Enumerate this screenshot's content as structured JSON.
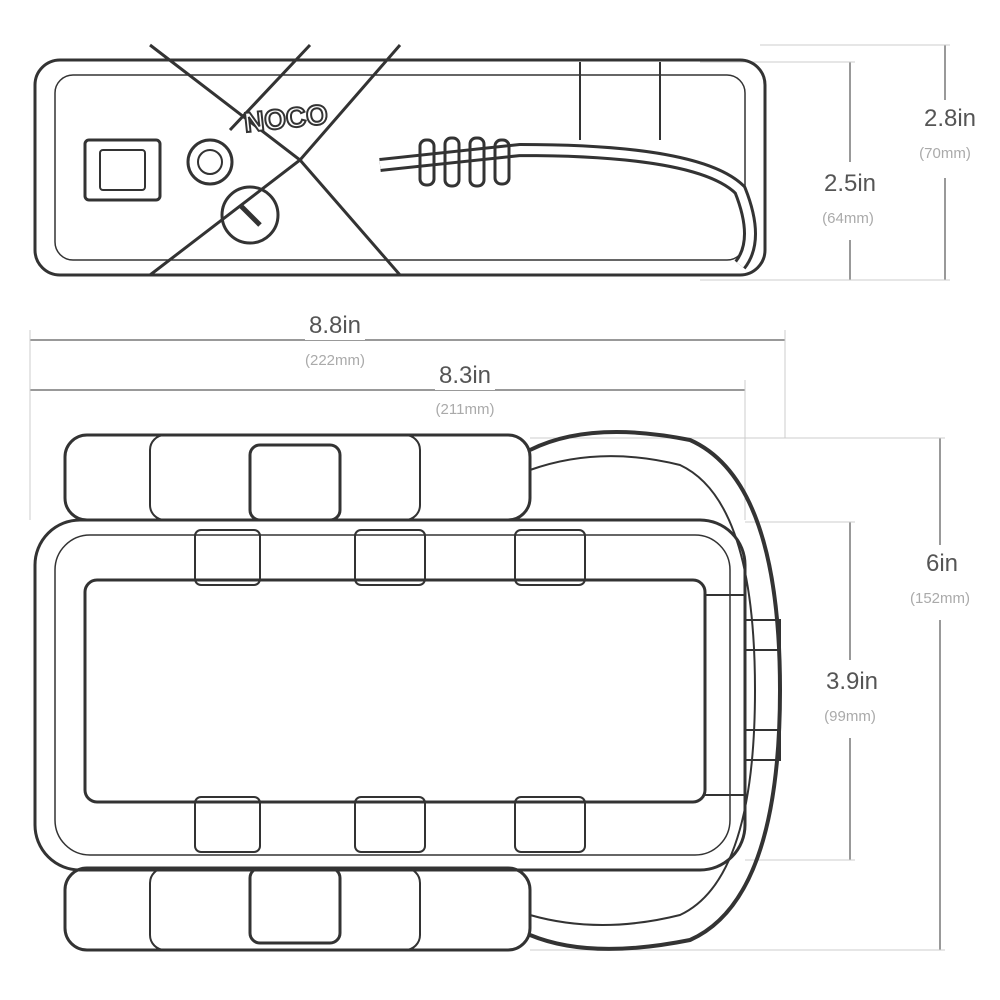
{
  "brand": "NOCO",
  "dimensions": {
    "height_total": {
      "in": "2.8in",
      "mm": "(70mm)"
    },
    "height_body": {
      "in": "2.5in",
      "mm": "(64mm)"
    },
    "length_total": {
      "in": "8.8in",
      "mm": "(222mm)"
    },
    "length_body": {
      "in": "8.3in",
      "mm": "(211mm)"
    },
    "width_total": {
      "in": "6in",
      "mm": "(152mm)"
    },
    "width_body": {
      "in": "3.9in",
      "mm": "(99mm)"
    }
  },
  "colors": {
    "line": "#333333",
    "dim_line": "#999999"
  }
}
